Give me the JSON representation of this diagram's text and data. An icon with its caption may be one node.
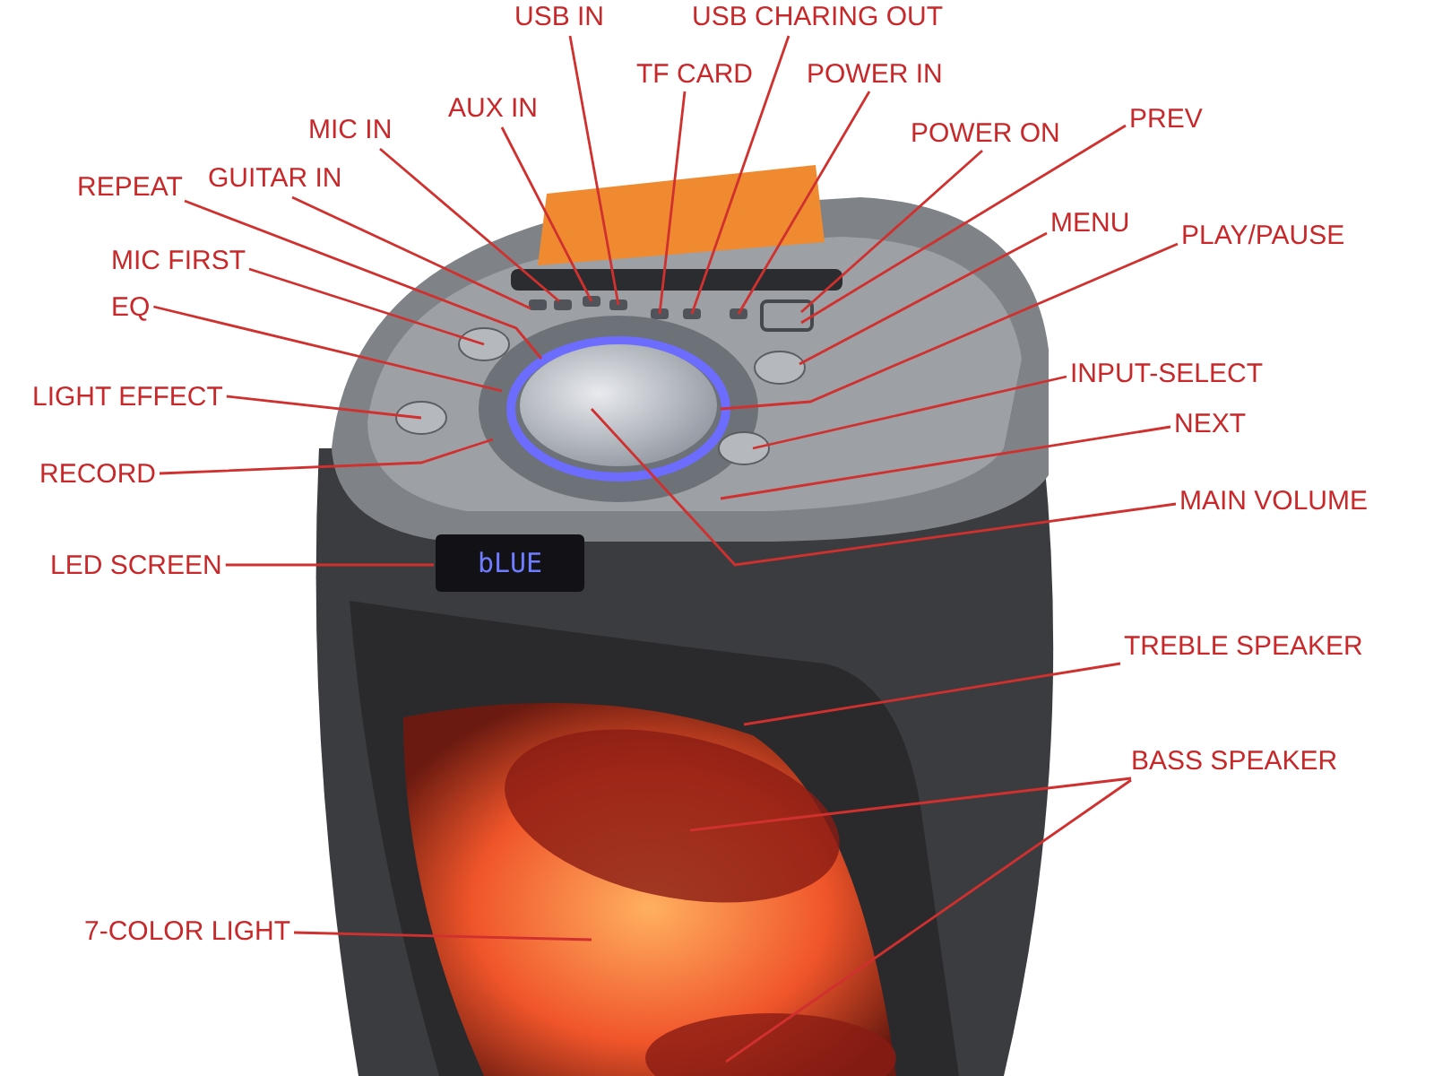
{
  "diagram": {
    "nodes": [
      {
        "text": [
          "USB IN"
        ]
      },
      {
        "text": [
          "USB CHARING OUT"
        ]
      },
      {
        "text": [
          "TF CARD"
        ]
      },
      {
        "text": [
          "POWER IN"
        ]
      },
      {
        "text": [
          "AUX IN"
        ]
      },
      {
        "text": [
          "MIC IN"
        ]
      },
      {
        "text": [
          "POWER ON"
        ]
      },
      {
        "text": [
          "PREV"
        ]
      },
      {
        "text": [
          "GUITAR IN"
        ]
      },
      {
        "text": [
          "REPEAT"
        ]
      },
      {
        "text": [
          "MENU"
        ]
      },
      {
        "text": [
          "PLAY/PAUSE"
        ]
      },
      {
        "text": [
          "MIC FIRST"
        ]
      },
      {
        "text": [
          "EQ"
        ]
      },
      {
        "text": [
          "INPUT-SELECT"
        ]
      },
      {
        "text": [
          "LIGHT EFFECT"
        ]
      },
      {
        "text": [
          "NEXT"
        ]
      },
      {
        "text": [
          "RECORD"
        ]
      },
      {
        "text": [
          "MAIN VOLUME"
        ]
      },
      {
        "text": [
          "LED SCREEN"
        ]
      },
      {
        "text": [
          "TREBLE SPEAKER"
        ]
      },
      {
        "text": [
          "BASS SPEAKER"
        ]
      },
      {
        "text": [
          "7-COLOR LIGHT"
        ]
      },
      {
        "text": [
          "bLUE"
        ]
      }
    ],
    "edges": [
      {
        "from": 0,
        "to": null,
        "arrow": "none"
      },
      {
        "from": 1,
        "to": null,
        "arrow": "none"
      },
      {
        "from": 2,
        "to": null,
        "arrow": "none"
      },
      {
        "from": 3,
        "to": null,
        "arrow": "none"
      },
      {
        "from": 4,
        "to": null,
        "arrow": "none"
      },
      {
        "from": 5,
        "to": null,
        "arrow": "none"
      },
      {
        "from": 6,
        "to": null,
        "arrow": "none"
      },
      {
        "from": 7,
        "to": null,
        "arrow": "none"
      },
      {
        "from": 8,
        "to": null,
        "arrow": "none"
      },
      {
        "from": 9,
        "to": null,
        "arrow": "none"
      },
      {
        "from": 10,
        "to": null,
        "arrow": "none"
      },
      {
        "from": 11,
        "to": null,
        "arrow": "none"
      },
      {
        "from": 12,
        "to": null,
        "arrow": "none"
      },
      {
        "from": 13,
        "to": null,
        "arrow": "none"
      },
      {
        "from": 14,
        "to": null,
        "arrow": "none"
      },
      {
        "from": 15,
        "to": null,
        "arrow": "none"
      },
      {
        "from": 16,
        "to": null,
        "arrow": "none"
      },
      {
        "from": 17,
        "to": null,
        "arrow": "none"
      },
      {
        "from": 18,
        "to": null,
        "arrow": "none"
      },
      {
        "from": 19,
        "to": 23,
        "arrow": "none"
      },
      {
        "from": 20,
        "to": null,
        "arrow": "none"
      },
      {
        "from": 21,
        "to": null,
        "arrow": "none"
      },
      {
        "from": 21,
        "to": null,
        "arrow": "none"
      },
      {
        "from": 22,
        "to": null,
        "arrow": "none"
      }
    ]
  }
}
